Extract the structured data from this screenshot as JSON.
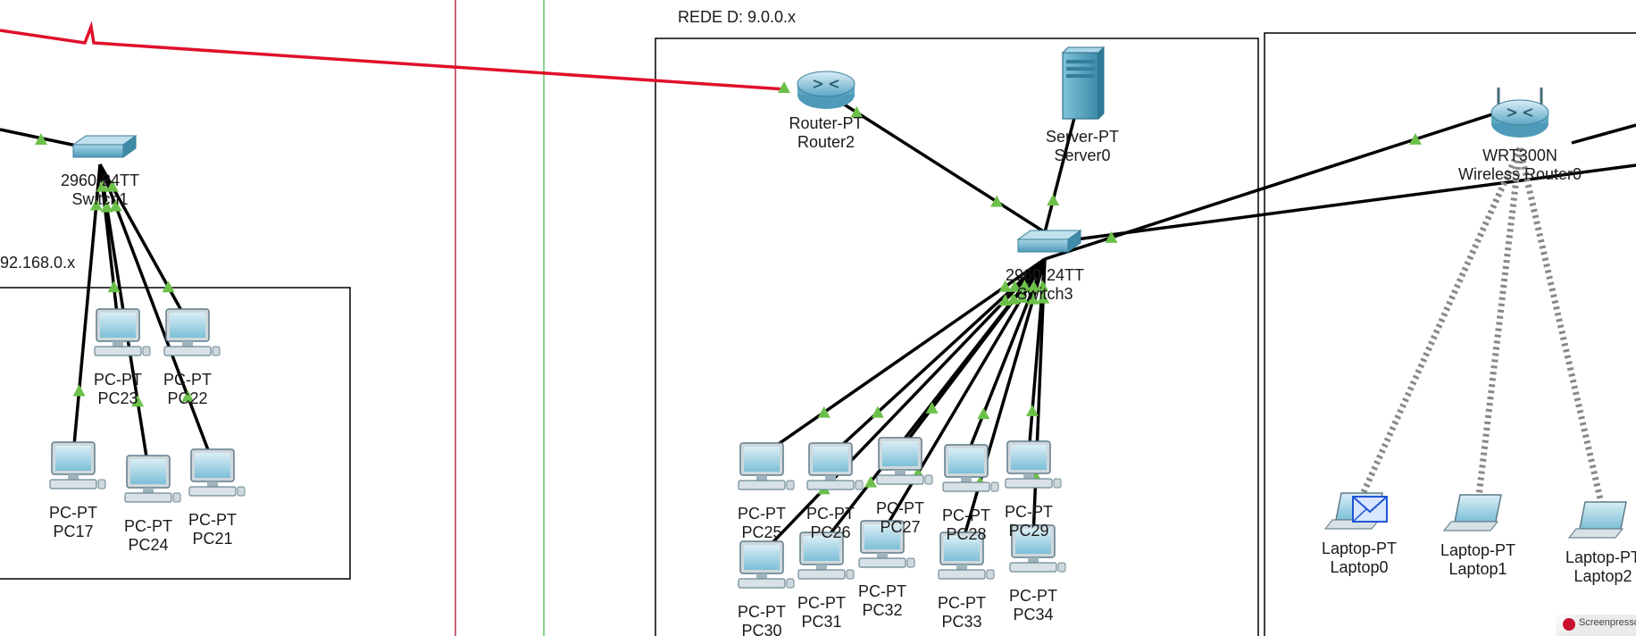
{
  "zones": [
    {
      "id": "rede-c",
      "label": "92.168.0.x"
    },
    {
      "id": "rede-d",
      "label": "REDE D: 9.0.0.x"
    }
  ],
  "devices": [
    {
      "id": "switch1",
      "kind": "switch",
      "model": "2960-24TT",
      "name": "Switch1"
    },
    {
      "id": "pc23",
      "kind": "pc",
      "model": "PC-PT",
      "name": "PC23"
    },
    {
      "id": "pc22",
      "kind": "pc",
      "model": "PC-PT",
      "name": "PC22"
    },
    {
      "id": "pc17",
      "kind": "pc",
      "model": "PC-PT",
      "name": "PC17"
    },
    {
      "id": "pc24",
      "kind": "pc",
      "model": "PC-PT",
      "name": "PC24"
    },
    {
      "id": "pc21",
      "kind": "pc",
      "model": "PC-PT",
      "name": "PC21"
    },
    {
      "id": "router2",
      "kind": "router",
      "model": "Router-PT",
      "name": "Router2"
    },
    {
      "id": "server0",
      "kind": "server",
      "model": "Server-PT",
      "name": "Server0"
    },
    {
      "id": "switch3",
      "kind": "switch",
      "model": "2960-24TT",
      "name": "Switch3"
    },
    {
      "id": "wr0",
      "kind": "wireless-router",
      "model": "WRT300N",
      "name": "Wireless Router0"
    },
    {
      "id": "pc25",
      "kind": "pc",
      "model": "PC-PT",
      "name": "PC25"
    },
    {
      "id": "pc26",
      "kind": "pc",
      "model": "PC-PT",
      "name": "PC26"
    },
    {
      "id": "pc27",
      "kind": "pc",
      "model": "PC-PT",
      "name": "PC27"
    },
    {
      "id": "pc28",
      "kind": "pc",
      "model": "PC-PT",
      "name": "PC28"
    },
    {
      "id": "pc29",
      "kind": "pc",
      "model": "PC-PT",
      "name": "PC29"
    },
    {
      "id": "pc30",
      "kind": "pc",
      "model": "PC-PT",
      "name": "PC30"
    },
    {
      "id": "pc31",
      "kind": "pc",
      "model": "PC-PT",
      "name": "PC31"
    },
    {
      "id": "pc32",
      "kind": "pc",
      "model": "PC-PT",
      "name": "PC32"
    },
    {
      "id": "pc33",
      "kind": "pc",
      "model": "PC-PT",
      "name": "PC33"
    },
    {
      "id": "pc34",
      "kind": "pc",
      "model": "PC-PT",
      "name": "PC34"
    },
    {
      "id": "laptop0",
      "kind": "laptop",
      "model": "Laptop-PT",
      "name": "Laptop0"
    },
    {
      "id": "laptop1",
      "kind": "laptop",
      "model": "Laptop-PT",
      "name": "Laptop1"
    },
    {
      "id": "laptop2",
      "kind": "laptop",
      "model": "Laptop-PT",
      "name": "Laptop2"
    }
  ],
  "links": [
    {
      "from": "switch1",
      "to": "pc23",
      "type": "copper"
    },
    {
      "from": "switch1",
      "to": "pc22",
      "type": "copper"
    },
    {
      "from": "switch1",
      "to": "pc17",
      "type": "copper"
    },
    {
      "from": "switch1",
      "to": "pc24",
      "type": "copper"
    },
    {
      "from": "switch1",
      "to": "pc21",
      "type": "copper"
    },
    {
      "from": "router2",
      "to": "switch3",
      "type": "copper"
    },
    {
      "from": "server0",
      "to": "switch3",
      "type": "copper"
    },
    {
      "from": "switch3",
      "to": "wr0",
      "type": "copper"
    },
    {
      "from": "switch3",
      "to": "pc25",
      "type": "copper"
    },
    {
      "from": "switch3",
      "to": "pc26",
      "type": "copper"
    },
    {
      "from": "switch3",
      "to": "pc27",
      "type": "copper"
    },
    {
      "from": "switch3",
      "to": "pc28",
      "type": "copper"
    },
    {
      "from": "switch3",
      "to": "pc29",
      "type": "copper"
    },
    {
      "from": "switch3",
      "to": "pc30",
      "type": "copper"
    },
    {
      "from": "switch3",
      "to": "pc31",
      "type": "copper"
    },
    {
      "from": "switch3",
      "to": "pc32",
      "type": "copper"
    },
    {
      "from": "switch3",
      "to": "pc33",
      "type": "copper"
    },
    {
      "from": "switch3",
      "to": "pc34",
      "type": "copper"
    },
    {
      "from": "wr0",
      "to": "laptop0",
      "type": "wireless"
    },
    {
      "from": "wr0",
      "to": "laptop1",
      "type": "wireless"
    },
    {
      "from": "wr0",
      "to": "laptop2",
      "type": "wireless"
    }
  ],
  "pdu": {
    "device": "laptop0",
    "icon": "envelope-icon"
  },
  "watermark": {
    "text": "Screenpresso"
  },
  "colors": {
    "link_copper": "#000000",
    "link_serial": "#e0102a",
    "link_wireless": "#888888",
    "port_up": "#6cc04a",
    "zone_border": "#000000",
    "divider_red": "#b5334a",
    "divider_green": "#66c466",
    "pdu": "#1f56d6"
  }
}
